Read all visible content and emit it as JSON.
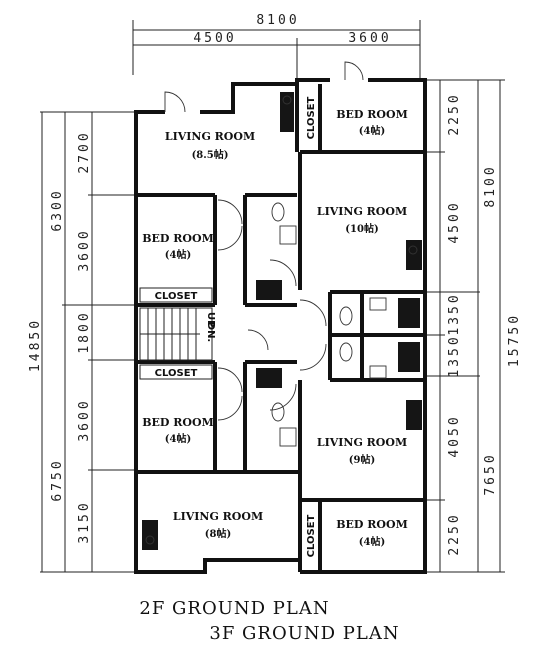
{
  "dimensions": {
    "top_total": "8100",
    "top_left": "4500",
    "top_right": "3600",
    "left_total": "14850",
    "left_upper": "6300",
    "left_lower": "6750",
    "left_2700": "2700",
    "left_3600a": "3600",
    "left_1800": "1800",
    "left_3600b": "3600",
    "left_3150": "3150",
    "right_2250a": "2250",
    "right_4500": "4500",
    "right_1350a": "1350",
    "right_1350b": "1350",
    "right_4050": "4050",
    "right_2250b": "2250",
    "right_8100": "8100",
    "right_7650": "7650",
    "right_15750": "15750"
  },
  "rooms": {
    "living_1": {
      "label": "LIVING ROOM",
      "size": "(8.5帖)"
    },
    "bed_1": {
      "label": "BED ROOM",
      "size": "(4帖)"
    },
    "living_2": {
      "label": "LIVING ROOM",
      "size": "(10帖)"
    },
    "bed_2": {
      "label": "BED ROOM",
      "size": "(4帖)"
    },
    "bed_3": {
      "label": "BED ROOM",
      "size": "(4帖)"
    },
    "living_3": {
      "label": "LIVING ROOM",
      "size": "(9帖)"
    },
    "living_4": {
      "label": "LIVING ROOM",
      "size": "(8帖)"
    },
    "bed_4": {
      "label": "BED ROOM",
      "size": "(4帖)"
    }
  },
  "labels": {
    "closet": "CLOSET",
    "stairs_dn": "DN.",
    "stairs_up": "UP"
  },
  "titles": {
    "line1": "2F GROUND PLAN",
    "line2": "3F GROUND PLAN"
  }
}
